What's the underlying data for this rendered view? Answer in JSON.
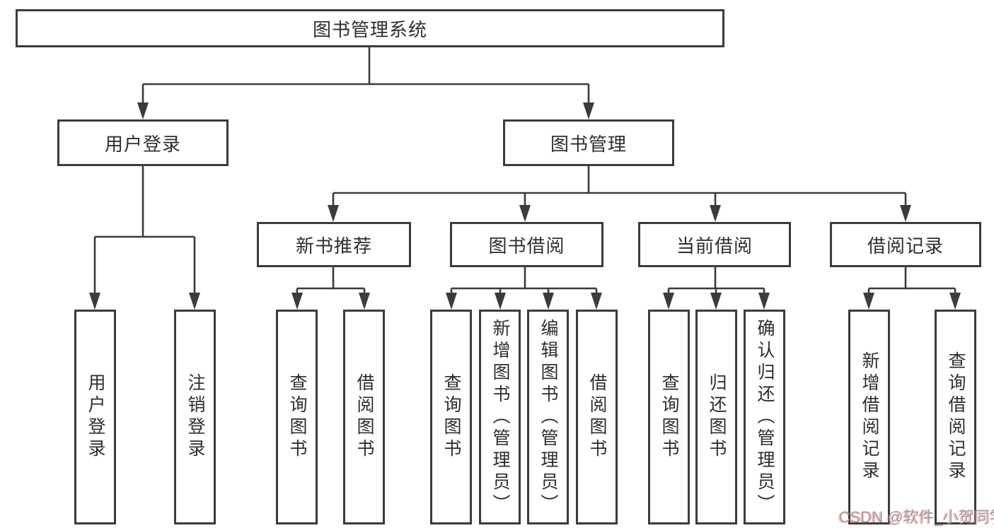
{
  "tree": {
    "root": {
      "label": "图书管理系统"
    },
    "branches": [
      {
        "label": "用户登录",
        "children": [
          {
            "label": "用户登录"
          },
          {
            "label": "注销登录"
          }
        ]
      },
      {
        "label": "图书管理",
        "children": [
          {
            "label": "新书推荐",
            "children": [
              {
                "label": "查询图书"
              },
              {
                "label": "借阅图书"
              }
            ]
          },
          {
            "label": "图书借阅",
            "children": [
              {
                "label": "查询图书"
              },
              {
                "label": "新增图书（管理员）"
              },
              {
                "label": "编辑图书（管理员）"
              },
              {
                "label": "借阅图书"
              }
            ]
          },
          {
            "label": "当前借阅",
            "children": [
              {
                "label": "查询图书"
              },
              {
                "label": "归还图书"
              },
              {
                "label": "确认归还（管理员）"
              }
            ]
          },
          {
            "label": "借阅记录",
            "children": [
              {
                "label": "新增借阅记录"
              },
              {
                "label": "查询借阅记录"
              }
            ]
          }
        ]
      }
    ]
  },
  "watermark": {
    "text": "CSDN @软件_小贺同学"
  },
  "colors": {
    "line": "#3b3b3b",
    "text": "#2e2e2e",
    "background": "#ffffff",
    "watermark_text": "#9e9e9e",
    "watermark_shadow": "#fa5a5a"
  }
}
